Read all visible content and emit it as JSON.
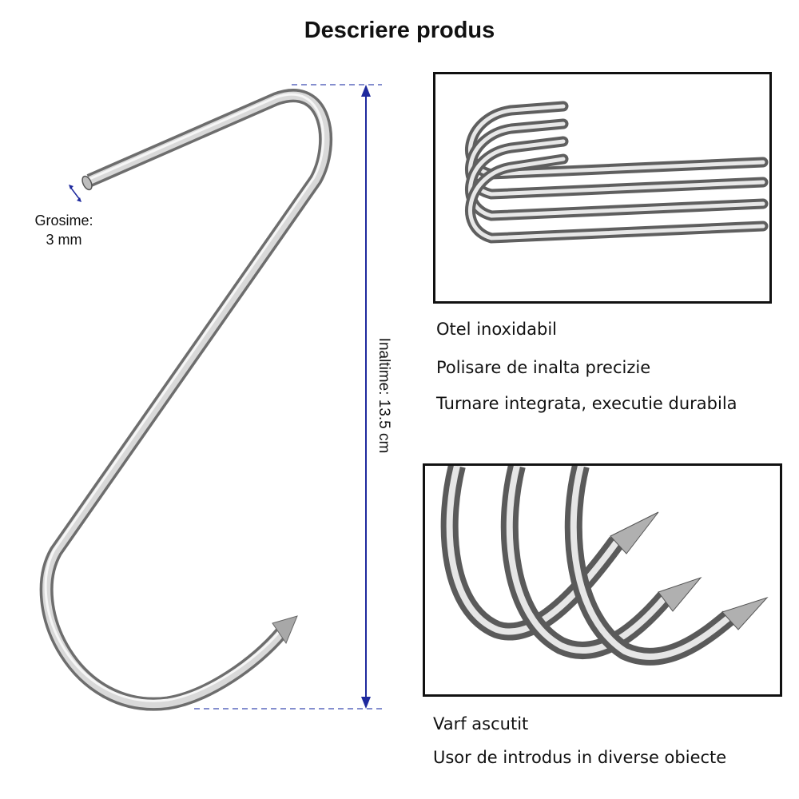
{
  "title": "Descriere produs",
  "thickness": {
    "label": "Grosime:",
    "value": "3 mm"
  },
  "height_label": "Inaltime: 13.5 cm",
  "features_top": [
    "Otel inoxidabil",
    "Polisare de inalta precizie",
    "Turnare integrata, executie durabila"
  ],
  "features_bottom": [
    "Varf ascutit",
    "Usor de introdus in diverse obiecte"
  ],
  "colors": {
    "dimension_line": "#1f2a9e",
    "steel_dark": "#6d6d6d",
    "steel_light": "#f4f4f4"
  }
}
